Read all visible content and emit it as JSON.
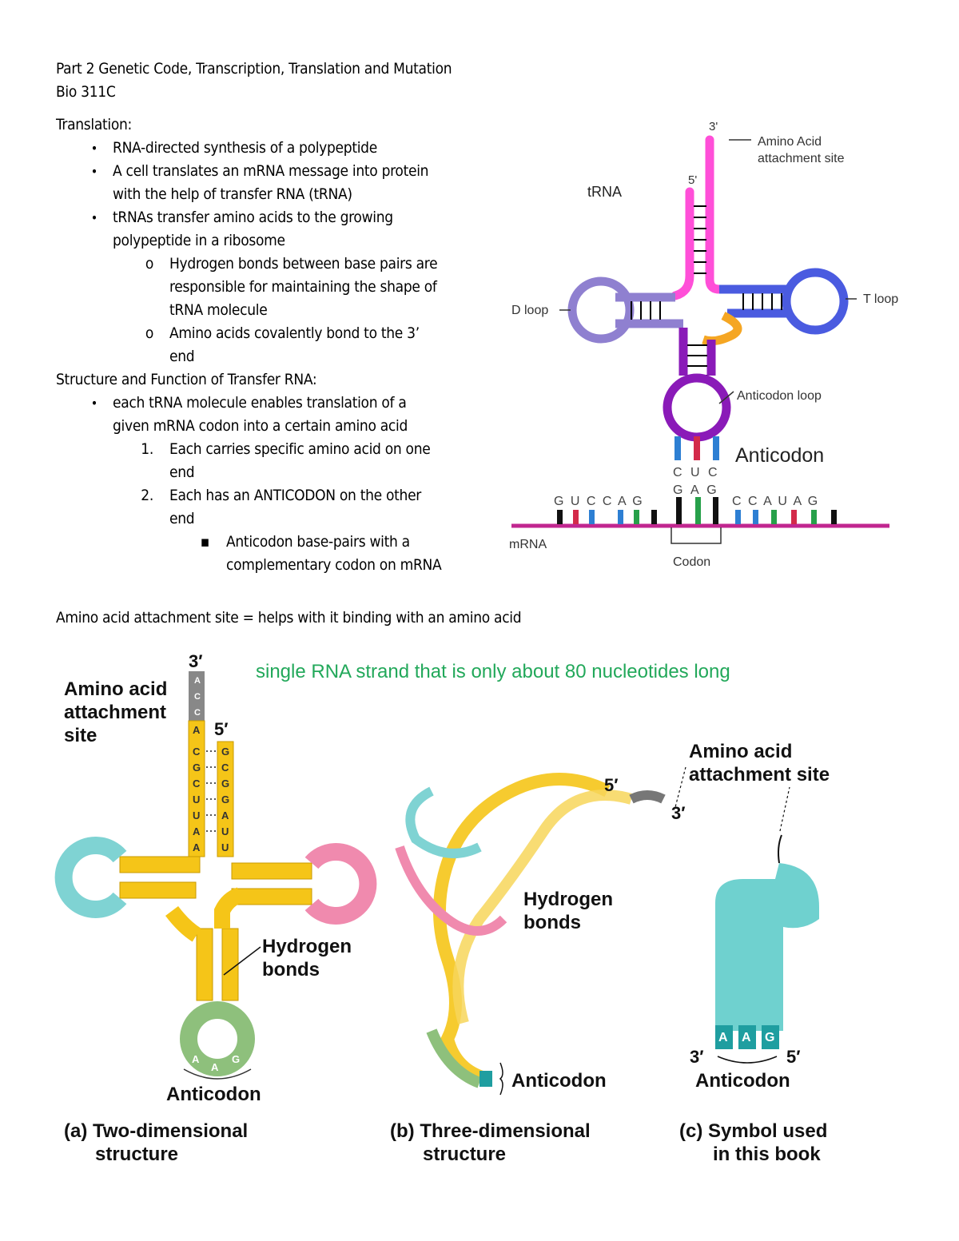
{
  "header": {
    "title": "Part 2 Genetic Code, Transcription, Translation and Mutation",
    "course": "Bio 311C"
  },
  "notes": {
    "translation_heading": "Translation:",
    "translation_bullets": [
      "RNA-directed synthesis of a polypeptide",
      "A cell translates an mRNA message into protein",
      "with the help of transfer RNA (tRNA)",
      "tRNAs transfer amino acids to the growing",
      "polypeptide in a ribosome"
    ],
    "translation_sub": [
      "Hydrogen bonds between base pairs are",
      "responsible for maintaining the shape of",
      "tRNA molecule",
      "Amino acids covalently bond to the 3’",
      "end"
    ],
    "structure_heading": "Structure and Function of Transfer RNA:",
    "structure_bullet": [
      "each tRNA molecule enables translation of a",
      "given mRNA codon into a certain amino acid"
    ],
    "numbered": [
      "Each carries specific amino acid on one",
      "end",
      "Each has an ANTICODON on the other",
      "end"
    ],
    "numbers": [
      "1.",
      "2."
    ],
    "sub_square": [
      "Anticodon base-pairs with a",
      "complementary codon on mRNA"
    ],
    "marker_bullet": "•",
    "marker_circle": "o",
    "marker_square": "▪",
    "attachment_note": "Amino acid attachment site = helps with it binding with an amino acid"
  },
  "figure_top": {
    "prime3": "3'",
    "prime5": "5'",
    "trna_label": "tRNA",
    "attachment_label_1": "Amino Acid",
    "attachment_label_2": "attachment site",
    "d_loop": "D loop",
    "t_loop": "T loop",
    "anticodon_loop": "Anticodon loop",
    "anticodon": "Anticodon",
    "anticodon_bases": "C U C",
    "codon_bases": "G A G",
    "mrna_left": "G U C  C A G",
    "mrna_right": "C C A  U A G",
    "mrna": "mRNA",
    "codon": "Codon",
    "colors": {
      "pink": "#ff4fd8",
      "blue": "#4a5be0",
      "lavender": "#8f80d0",
      "purple": "#8a1ab8",
      "orange": "#f5a623",
      "mrna": "#c1268f"
    }
  },
  "figure_bottom": {
    "green_note": "single RNA strand that is only about 80 nucleotides long",
    "a": {
      "prime3": "3′",
      "prime5": "5′",
      "attach_1": "Amino acid",
      "attach_2": "attachment",
      "attach_3": "site",
      "hbonds_1": "Hydrogen",
      "hbonds_2": "bonds",
      "anticodon": "Anticodon",
      "caption_1": "(a) Two-dimensional",
      "caption_2": "structure",
      "stem_left": [
        "A",
        "C",
        "C",
        "A",
        "C",
        "G",
        "C",
        "U",
        "U",
        "A",
        "A"
      ],
      "stem_right": [
        "G",
        "C",
        "G",
        "G",
        "A",
        "U",
        "U"
      ],
      "anticodon_bases": [
        "A",
        "A",
        "G"
      ]
    },
    "b": {
      "prime5": "5′",
      "prime3": "3′",
      "hbonds_1": "Hydrogen",
      "hbonds_2": "bonds",
      "anticodon": "Anticodon",
      "caption_1": "(b) Three-dimensional",
      "caption_2": "structure"
    },
    "c": {
      "attach_1": "Amino acid",
      "attach_2": "attachment site",
      "bases": [
        "A",
        "A",
        "G"
      ],
      "prime3": "3′",
      "prime5": "5′",
      "anticodon": "Anticodon",
      "caption_1": "(c) Symbol used",
      "caption_2": "in this book"
    }
  }
}
